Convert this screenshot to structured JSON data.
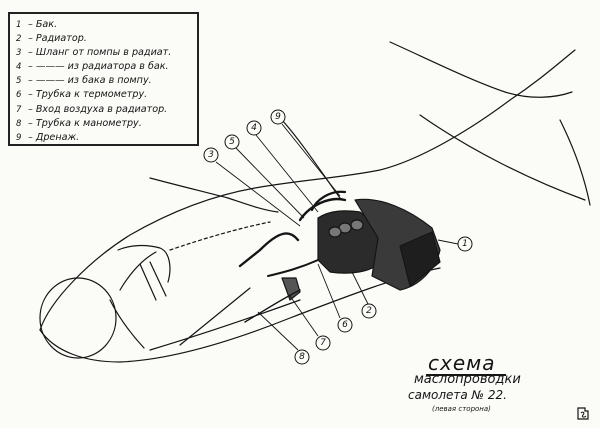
{
  "legend": {
    "items": [
      {
        "num": "1",
        "text": "– Бак."
      },
      {
        "num": "2",
        "text": "– Радиатор."
      },
      {
        "num": "3",
        "text": "– Шланг от помпы в радиат."
      },
      {
        "num": "4",
        "text": "– ——— из радиатора в бак."
      },
      {
        "num": "5",
        "text": "– ——— из бака в помпу."
      },
      {
        "num": "6",
        "text": "– Трубка к термометру."
      },
      {
        "num": "7",
        "text": "– Вход воздуха в радиатор."
      },
      {
        "num": "8",
        "text": "– Трубка к манометру."
      },
      {
        "num": "9",
        "text": "– Дренаж."
      }
    ]
  },
  "title": {
    "main": "схема",
    "line2": "маслопроводки",
    "line3": "самолета № 22.",
    "line4": "(левая сторона)"
  },
  "callouts": [
    "1",
    "2",
    "3",
    "4",
    "5",
    "6",
    "7",
    "8",
    "9"
  ],
  "colors": {
    "ink": "#151515",
    "paper": "#fbfbf8",
    "shade": "#3a3a3a"
  }
}
